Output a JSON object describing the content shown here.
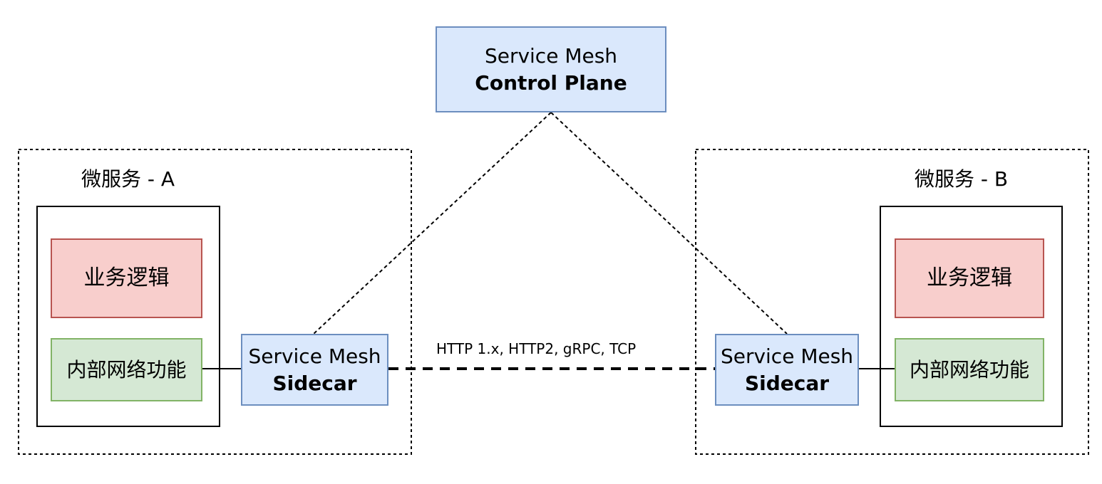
{
  "control_plane": {
    "line1": "Service Mesh",
    "line2": "Control Plane",
    "fill": "#dae8fc",
    "stroke": "#6c8ebf"
  },
  "service_a": {
    "title": "微服务 - A",
    "business_logic": "业务逻辑",
    "network_function": "内部网络功能",
    "sidecar_line1": "Service Mesh",
    "sidecar_line2": "Sidecar"
  },
  "service_b": {
    "title": "微服务 - B",
    "business_logic": "业务逻辑",
    "network_function": "内部网络功能",
    "sidecar_line1": "Service Mesh",
    "sidecar_line2": "Sidecar"
  },
  "protocol_label": "HTTP 1.x, HTTP2, gRPC, TCP",
  "colors": {
    "business_logic_fill": "#f8cecc",
    "business_logic_stroke": "#b85450",
    "network_fill": "#d5e8d4",
    "network_stroke": "#82b366"
  }
}
